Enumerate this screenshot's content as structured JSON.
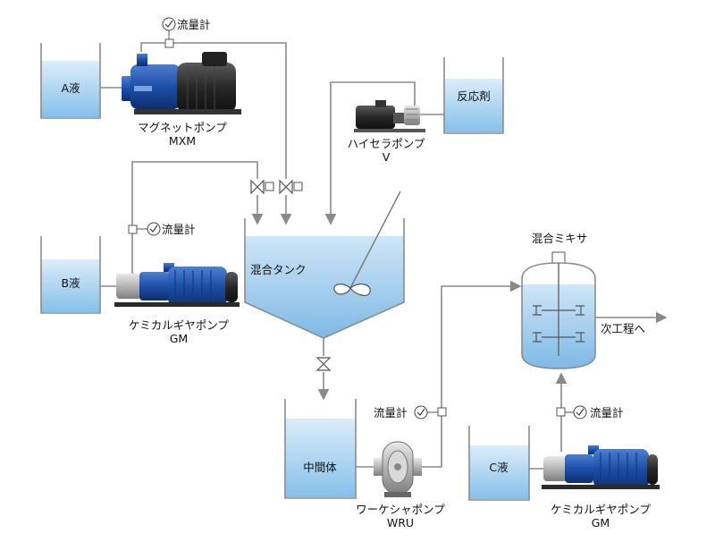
{
  "diagram": {
    "tanks": {
      "a": "A液",
      "b": "B液",
      "c": "C液",
      "reagent": "反応剤",
      "mixing_tank": "混合タンク",
      "intermediate": "中間体",
      "mixer": "混合ミキサ"
    },
    "pumps": {
      "magnet": {
        "name": "マグネットポンプ",
        "model": "MXM"
      },
      "chemical_gear_b": {
        "name": "ケミカルギヤポンプ",
        "model": "GM"
      },
      "high_cera": {
        "name": "ハイセラポンプ",
        "model": "V"
      },
      "wa_ke": {
        "name": "ワーケシャポンプ",
        "model": "WRU"
      },
      "chemical_gear_c": {
        "name": "ケミカルギヤポンプ",
        "model": "GM"
      }
    },
    "flowmeter_label": "流量計",
    "next_process": "次工程へ",
    "colors": {
      "liquid_top": "#d7ebf9",
      "liquid_bottom": "#8cc3ec",
      "pipe": "#8a8a8a",
      "pump_blue": "#1c4fa8",
      "motor_dark": "#2b2b2b"
    }
  }
}
